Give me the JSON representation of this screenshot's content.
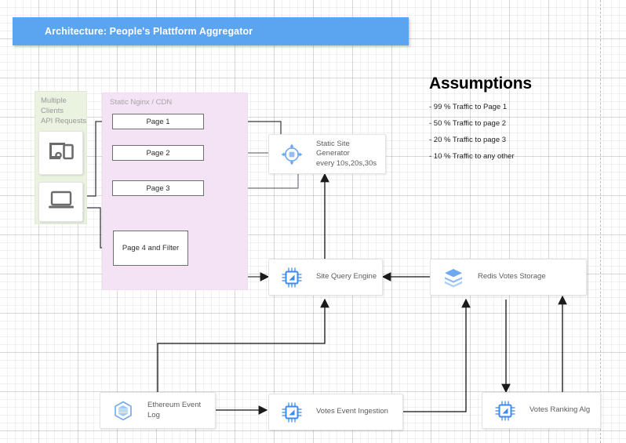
{
  "title_bar": {
    "text": "Architecture: People's Plattform Aggregator",
    "color": "#5ba4ef"
  },
  "groups": {
    "clients": {
      "label": "Multiple\nClients\nAPI Requests",
      "color": "#eaf2e0"
    },
    "cdn": {
      "label": "Static Nginx / CDN",
      "color": "#f4e3f4"
    }
  },
  "client_devices": [
    {
      "icon": "devices-icon"
    },
    {
      "icon": "laptop-icon"
    }
  ],
  "pages": [
    {
      "label": "Page 1"
    },
    {
      "label": "Page 2"
    },
    {
      "label": "Page 3"
    },
    {
      "label": "Page 4 and Filter"
    }
  ],
  "nodes": {
    "static_site_generator": {
      "label": "Static Site Generator\nevery 10s,20s,30s",
      "icon": "api-gateway-icon"
    },
    "site_query_engine": {
      "label": "Site Query Engine",
      "icon": "cpu-chip-icon"
    },
    "redis_votes_storage": {
      "label": "Redis Votes Storage",
      "icon": "stacked-layers-icon"
    },
    "ethereum_event_log": {
      "label": "Ethereum Event Log",
      "icon": "blockchain-cube-icon"
    },
    "votes_event_ingestion": {
      "label": "Votes Event Ingestion",
      "icon": "cpu-chip-icon"
    },
    "votes_ranking_alg": {
      "label": "Votes Ranking Alg",
      "icon": "cpu-chip-icon"
    }
  },
  "assumptions": {
    "heading": "Assumptions",
    "items": [
      "- 99 % Traffic to Page 1",
      "- 50 % Traffic to page 2",
      "- 20 % Traffic to page 3",
      "- 10 % Traffic to any other"
    ]
  }
}
